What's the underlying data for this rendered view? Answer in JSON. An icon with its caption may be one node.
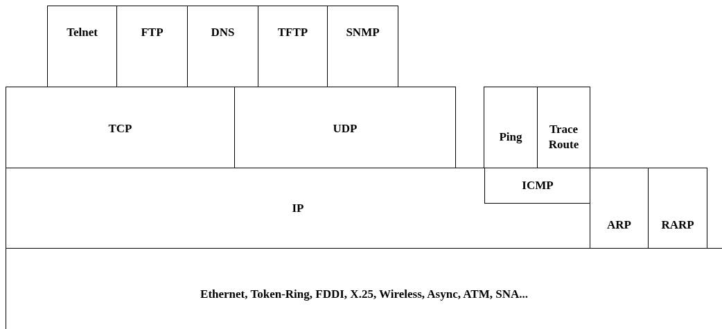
{
  "diagram": {
    "nodes": [
      {
        "text": [
          "Telnet"
        ]
      },
      {
        "text": [
          "FTP"
        ]
      },
      {
        "text": [
          "DNS"
        ]
      },
      {
        "text": [
          "TFTP"
        ]
      },
      {
        "text": [
          "SNMP"
        ]
      },
      {
        "text": [
          "TCP"
        ]
      },
      {
        "text": [
          "UDP"
        ]
      },
      {
        "text": [
          "Ping"
        ]
      },
      {
        "text": [
          "Trace Route"
        ]
      },
      {
        "text": [
          "IP"
        ]
      },
      {
        "text": [
          "ICMP"
        ],
        "in": 9
      },
      {
        "text": [
          "ARP"
        ]
      },
      {
        "text": [
          "RARP"
        ]
      },
      {
        "text": [
          "Ethernet, Token-Ring, FDDI, X.25, Wireless, Async, ATM, SNA..."
        ]
      }
    ]
  }
}
